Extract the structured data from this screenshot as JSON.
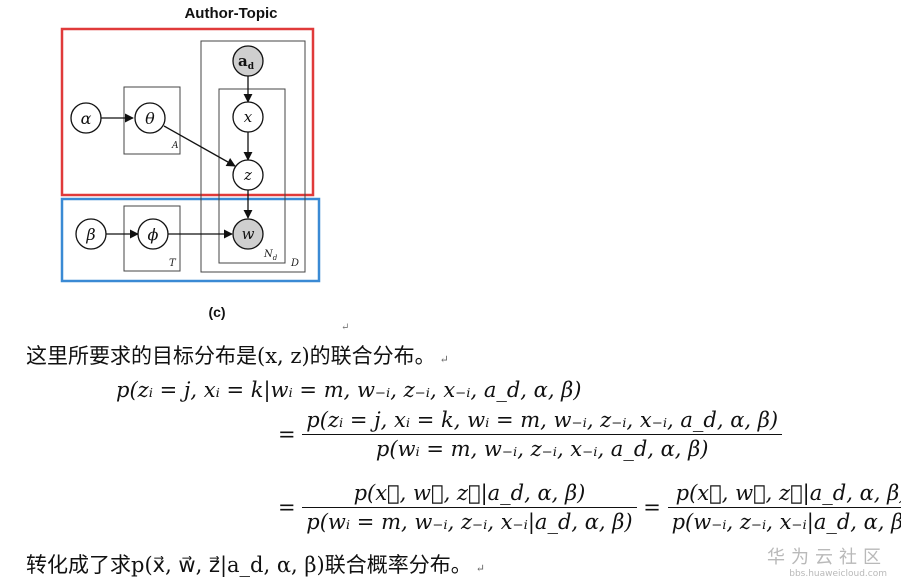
{
  "diagram": {
    "title": "Author-Topic",
    "caption": "(c)",
    "nodes": {
      "alpha": "α",
      "theta": "θ",
      "ad": "a",
      "ad_sub": "d",
      "x": "x",
      "z": "z",
      "w": "w",
      "beta": "β",
      "phi": "ϕ"
    },
    "plate_labels": {
      "A": "A",
      "T": "T",
      "Nd": "N",
      "Nd_sub": "d",
      "D": "D"
    },
    "colors": {
      "red_box": "#e03a3a",
      "blue_box": "#3a8ad4",
      "shaded": "#cfcfcf"
    }
  },
  "text": {
    "ret_mark": "↵",
    "line1": "这里所要求的目标分布是(x, z)的联合分布。",
    "eq1": "p(zᵢ = j, xᵢ = k|wᵢ = m, w₋ᵢ, z₋ᵢ, x₋ᵢ, a_d, α, β)",
    "eq2_eq": "=",
    "eq2_num": "p(zᵢ = j, xᵢ = k, wᵢ = m, w₋ᵢ, z₋ᵢ, x₋ᵢ, a_d, α, β)",
    "eq2_den": "p(wᵢ = m, w₋ᵢ, z₋ᵢ, x₋ᵢ, a_d, α, β)",
    "eq3_eq1": "=",
    "eq3_num1": "p(x⃗, w⃗, z⃗|a_d, α, β)",
    "eq3_den1": "p(wᵢ = m, w₋ᵢ, z₋ᵢ, x₋ᵢ|a_d, α, β)",
    "eq3_eq2": "=",
    "eq3_num2": "p(x⃗, w⃗, z⃗|a_d, α, β)",
    "eq3_den2": "p(w₋ᵢ, z₋ᵢ, x₋ᵢ|a_d, α, β)",
    "line_last": "转化成了求p(x⃗, w⃗, z⃗|a_d, α, β)联合概率分布。"
  },
  "watermark": {
    "brand": "华为云社区",
    "url": "bbs.huaweicloud.com"
  }
}
